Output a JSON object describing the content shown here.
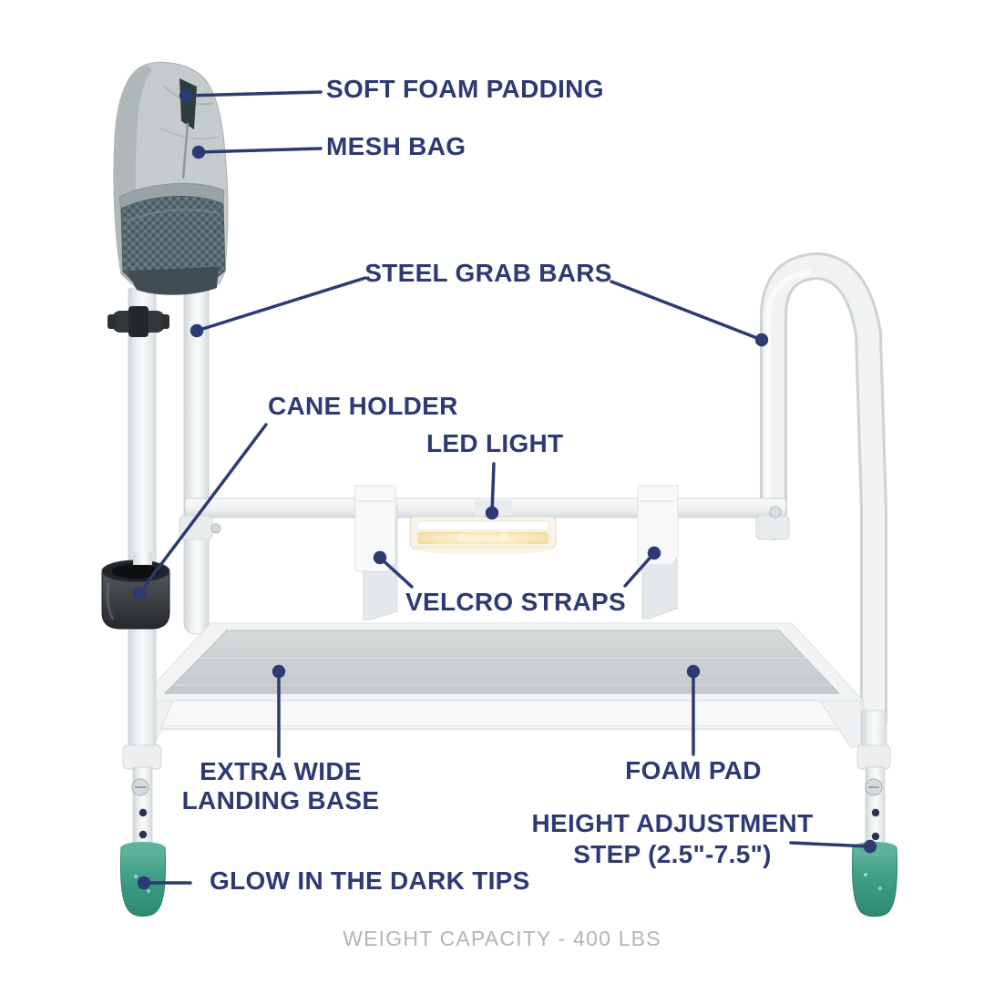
{
  "callouts": {
    "soft_foam_padding": "SOFT FOAM PADDING",
    "mesh_bag": "MESH BAG",
    "steel_grab_bars": "STEEL GRAB BARS",
    "cane_holder": "CANE HOLDER",
    "led_light": "LED LIGHT",
    "velcro_straps": "VELCRO STRAPS",
    "extra_wide_landing_base": {
      "line1": "EXTRA WIDE",
      "line2": "LANDING BASE"
    },
    "foam_pad": "FOAM PAD",
    "height_adjustment_step": {
      "line1": "HEIGHT ADJUSTMENT",
      "line2": "STEP (2.5\"-7.5\")"
    },
    "glow_in_the_dark_tips": "GLOW IN THE DARK TIPS"
  },
  "footer": {
    "weight_capacity": "WEIGHT CAPACITY - 400 LBS"
  },
  "colors": {
    "callout_text": "#2d3a73",
    "connector_line": "#2d3a73",
    "footer_text": "#b4b4b4",
    "glow_tip_green": "#3fa087",
    "frame_white": "#f1f3f4",
    "pad_gray": "#c8cccd",
    "mesh_bag_dark": "#5b6e75",
    "led_glow": "#f9e7bb"
  }
}
